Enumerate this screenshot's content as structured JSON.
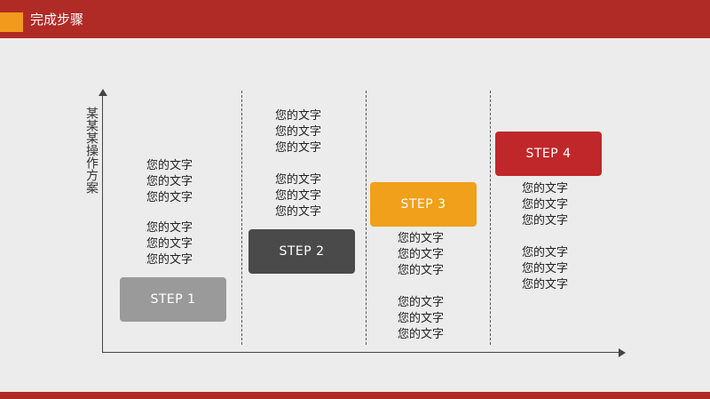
{
  "header": {
    "title": "完成步骤"
  },
  "axis": {
    "label": "某某某操作方案"
  },
  "colors": {
    "brand": "#b02a26",
    "accent": "#f29a1b"
  },
  "steps": [
    {
      "label": "STEP 1",
      "color": "#9a9a9a"
    },
    {
      "label": "STEP 2",
      "color": "#4a4a4a"
    },
    {
      "label": "STEP 3",
      "color": "#f0a01a"
    },
    {
      "label": "STEP 4",
      "color": "#c0272a"
    }
  ],
  "texts": {
    "col1": {
      "a": [
        "您的文字",
        "您的文字",
        "您的文字"
      ],
      "b": [
        "您的文字",
        "您的文字",
        "您的文字"
      ]
    },
    "col2": {
      "a": [
        "您的文字",
        "您的文字",
        "您的文字"
      ],
      "b": [
        "您的文字",
        "您的文字",
        "您的文字"
      ]
    },
    "col3": {
      "a": [
        "您的文字",
        "您的文字",
        "您的文字"
      ],
      "b": [
        "您的文字",
        "您的文字",
        "您的文字"
      ]
    },
    "col4": {
      "a": [
        "您的文字",
        "您的文字",
        "您的文字"
      ],
      "b": [
        "您的文字",
        "您的文字",
        "您的文字"
      ]
    }
  }
}
